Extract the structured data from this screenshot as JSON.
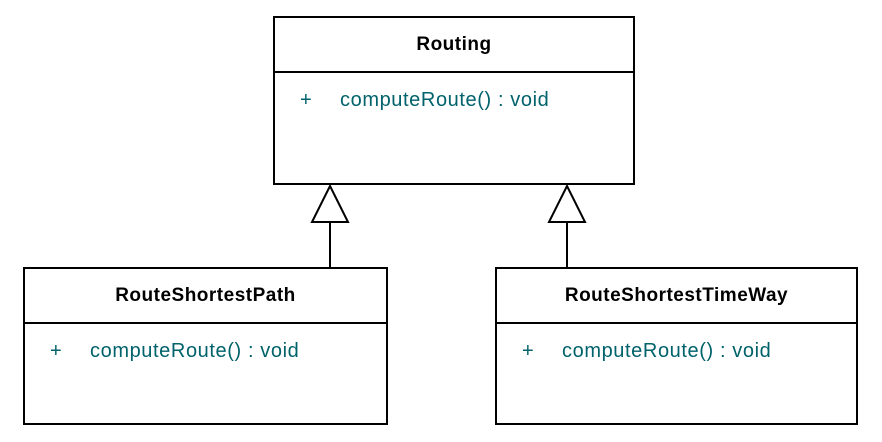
{
  "diagram": {
    "type": "uml-class-diagram",
    "colors": {
      "background": "#ffffff",
      "box_border": "#000000",
      "class_name_text": "#000000",
      "method_text": "#00626b"
    },
    "classes": [
      {
        "name": "Routing",
        "methods": [
          {
            "visibility": "+",
            "signature": "computeRoute() : void"
          }
        ]
      },
      {
        "name": "RouteShortestPath",
        "methods": [
          {
            "visibility": "+",
            "signature": "computeRoute() : void"
          }
        ]
      },
      {
        "name": "RouteShortestTimeWay",
        "methods": [
          {
            "visibility": "+",
            "signature": "computeRoute() : void"
          }
        ]
      }
    ],
    "relations": [
      {
        "type": "generalization",
        "from": "RouteShortestPath",
        "to": "Routing"
      },
      {
        "type": "generalization",
        "from": "RouteShortestTimeWay",
        "to": "Routing"
      }
    ]
  }
}
